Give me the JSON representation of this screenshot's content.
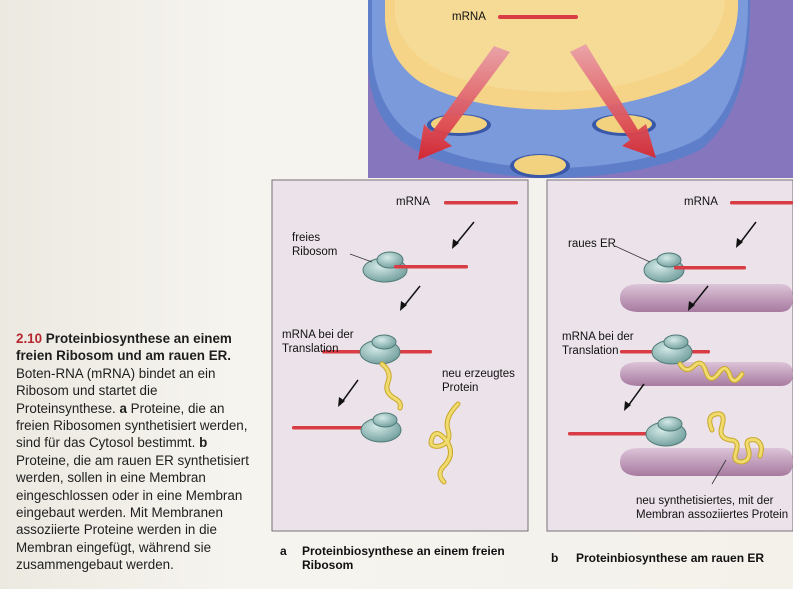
{
  "figure": {
    "number": "2.10",
    "title": "Proteinbiosynthese an einem freien Ribosom und am rauen ER.",
    "text_1": "Boten-RNA (mRNA) bindet an ein Ribosom und startet die Proteinsynthese.",
    "bold_a": "a",
    "text_2": "Proteine, die an freien Ribosomen synthetisiert werden, sind für das Cytosol bestimmt.",
    "bold_b": "b",
    "text_3": "Proteine, die am rauen ER synthetisiert werden, sollen in eine Membran eingeschlossen oder in eine Membran eingebaut werden. Mit Membranen assoziierte Proteine werden in die Membran eingefügt, während sie zusammengebaut werden."
  },
  "top_illustration": {
    "mrna_label": "mRNA"
  },
  "panel_a": {
    "letter": "a",
    "subtitle": "Proteinbiosynthese an einem freien Ribosom",
    "mrna_label": "mRNA",
    "free_ribosome_label": "freies Ribosom",
    "translation_label": "mRNA bei der Translation",
    "new_protein_label": "neu erzeugtes Protein"
  },
  "panel_b": {
    "letter": "b",
    "subtitle": "Proteinbiosynthese am rauen ER",
    "mrna_label": "mRNA",
    "rough_er_label": "raues ER",
    "translation_label": "mRNA bei der Translation",
    "membrane_protein_label": "neu synthetisiertes, mit der Membran assoziiertes Protein"
  },
  "colors": {
    "mrna": "#d93c44",
    "ribosome": "#8fb8b6",
    "protein": "#f0dc6e",
    "er_membrane": "#c9a6c4",
    "nucleus_blue": "#6f8fcf",
    "nucleus_yellow": "#f2d58e",
    "panel_bg": "#ece3ea"
  }
}
